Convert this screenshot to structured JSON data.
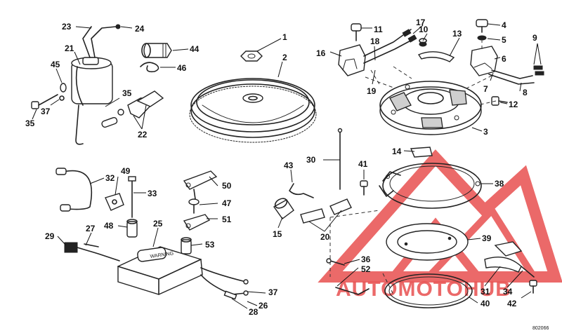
{
  "diagram": {
    "callouts": [
      {
        "id": "c1",
        "text": "1"
      },
      {
        "id": "c2",
        "text": "2"
      },
      {
        "id": "c3",
        "text": "3"
      },
      {
        "id": "c4",
        "text": "4"
      },
      {
        "id": "c5",
        "text": "5"
      },
      {
        "id": "c6",
        "text": "6"
      },
      {
        "id": "c7",
        "text": "7"
      },
      {
        "id": "c8",
        "text": "8"
      },
      {
        "id": "c9",
        "text": "9"
      },
      {
        "id": "c10",
        "text": "10"
      },
      {
        "id": "c11",
        "text": "11"
      },
      {
        "id": "c12",
        "text": "12"
      },
      {
        "id": "c13",
        "text": "13"
      },
      {
        "id": "c14",
        "text": "14"
      },
      {
        "id": "c15",
        "text": "15"
      },
      {
        "id": "c16",
        "text": "16"
      },
      {
        "id": "c17",
        "text": "17"
      },
      {
        "id": "c18",
        "text": "18"
      },
      {
        "id": "c19",
        "text": "19"
      },
      {
        "id": "c20",
        "text": "20"
      },
      {
        "id": "c21",
        "text": "21"
      },
      {
        "id": "c22",
        "text": "22"
      },
      {
        "id": "c23",
        "text": "23"
      },
      {
        "id": "c24",
        "text": "24"
      },
      {
        "id": "c25",
        "text": "25"
      },
      {
        "id": "c26",
        "text": "26"
      },
      {
        "id": "c27",
        "text": "27"
      },
      {
        "id": "c28",
        "text": "28"
      },
      {
        "id": "c29",
        "text": "29"
      },
      {
        "id": "c30",
        "text": "30"
      },
      {
        "id": "c31",
        "text": "31"
      },
      {
        "id": "c32",
        "text": "32"
      },
      {
        "id": "c33",
        "text": "33"
      },
      {
        "id": "c34",
        "text": "34"
      },
      {
        "id": "c35a",
        "text": "35"
      },
      {
        "id": "c35b",
        "text": "35"
      },
      {
        "id": "c36",
        "text": "36"
      },
      {
        "id": "c37a",
        "text": "37"
      },
      {
        "id": "c37b",
        "text": "37"
      },
      {
        "id": "c38",
        "text": "38"
      },
      {
        "id": "c39",
        "text": "39"
      },
      {
        "id": "c40",
        "text": "40"
      },
      {
        "id": "c41",
        "text": "41"
      },
      {
        "id": "c42",
        "text": "42"
      },
      {
        "id": "c43",
        "text": "43"
      },
      {
        "id": "c44",
        "text": "44"
      },
      {
        "id": "c45",
        "text": "45"
      },
      {
        "id": "c46",
        "text": "46"
      },
      {
        "id": "c47",
        "text": "47"
      },
      {
        "id": "c48",
        "text": "48"
      },
      {
        "id": "c49",
        "text": "49"
      },
      {
        "id": "c50",
        "text": "50"
      },
      {
        "id": "c51",
        "text": "51"
      },
      {
        "id": "c52",
        "text": "52"
      },
      {
        "id": "c53",
        "text": "53"
      }
    ],
    "part_code": "802066",
    "pack_label": "WARNING"
  },
  "watermark": {
    "text": "AUTOMOTOHUB",
    "color": "#e8504f"
  }
}
